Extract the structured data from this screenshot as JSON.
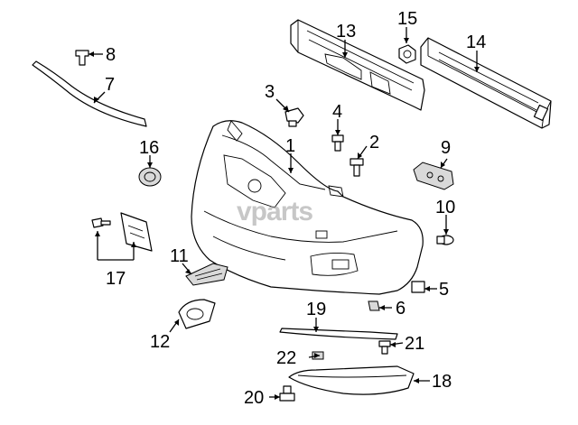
{
  "diagram": {
    "watermark": "vparts",
    "callouts": [
      {
        "id": "c1",
        "label": "1"
      },
      {
        "id": "c2",
        "label": "2"
      },
      {
        "id": "c3",
        "label": "3"
      },
      {
        "id": "c4",
        "label": "4"
      },
      {
        "id": "c5",
        "label": "5"
      },
      {
        "id": "c6",
        "label": "6"
      },
      {
        "id": "c7",
        "label": "7"
      },
      {
        "id": "c8",
        "label": "8"
      },
      {
        "id": "c9",
        "label": "9"
      },
      {
        "id": "c10",
        "label": "10"
      },
      {
        "id": "c11",
        "label": "11"
      },
      {
        "id": "c12",
        "label": "12"
      },
      {
        "id": "c13",
        "label": "13"
      },
      {
        "id": "c14",
        "label": "14"
      },
      {
        "id": "c15",
        "label": "15"
      },
      {
        "id": "c16",
        "label": "16"
      },
      {
        "id": "c17",
        "label": "17"
      },
      {
        "id": "c18",
        "label": "18"
      },
      {
        "id": "c19",
        "label": "19"
      },
      {
        "id": "c20",
        "label": "20"
      },
      {
        "id": "c21",
        "label": "21"
      },
      {
        "id": "c22",
        "label": "22"
      }
    ]
  }
}
